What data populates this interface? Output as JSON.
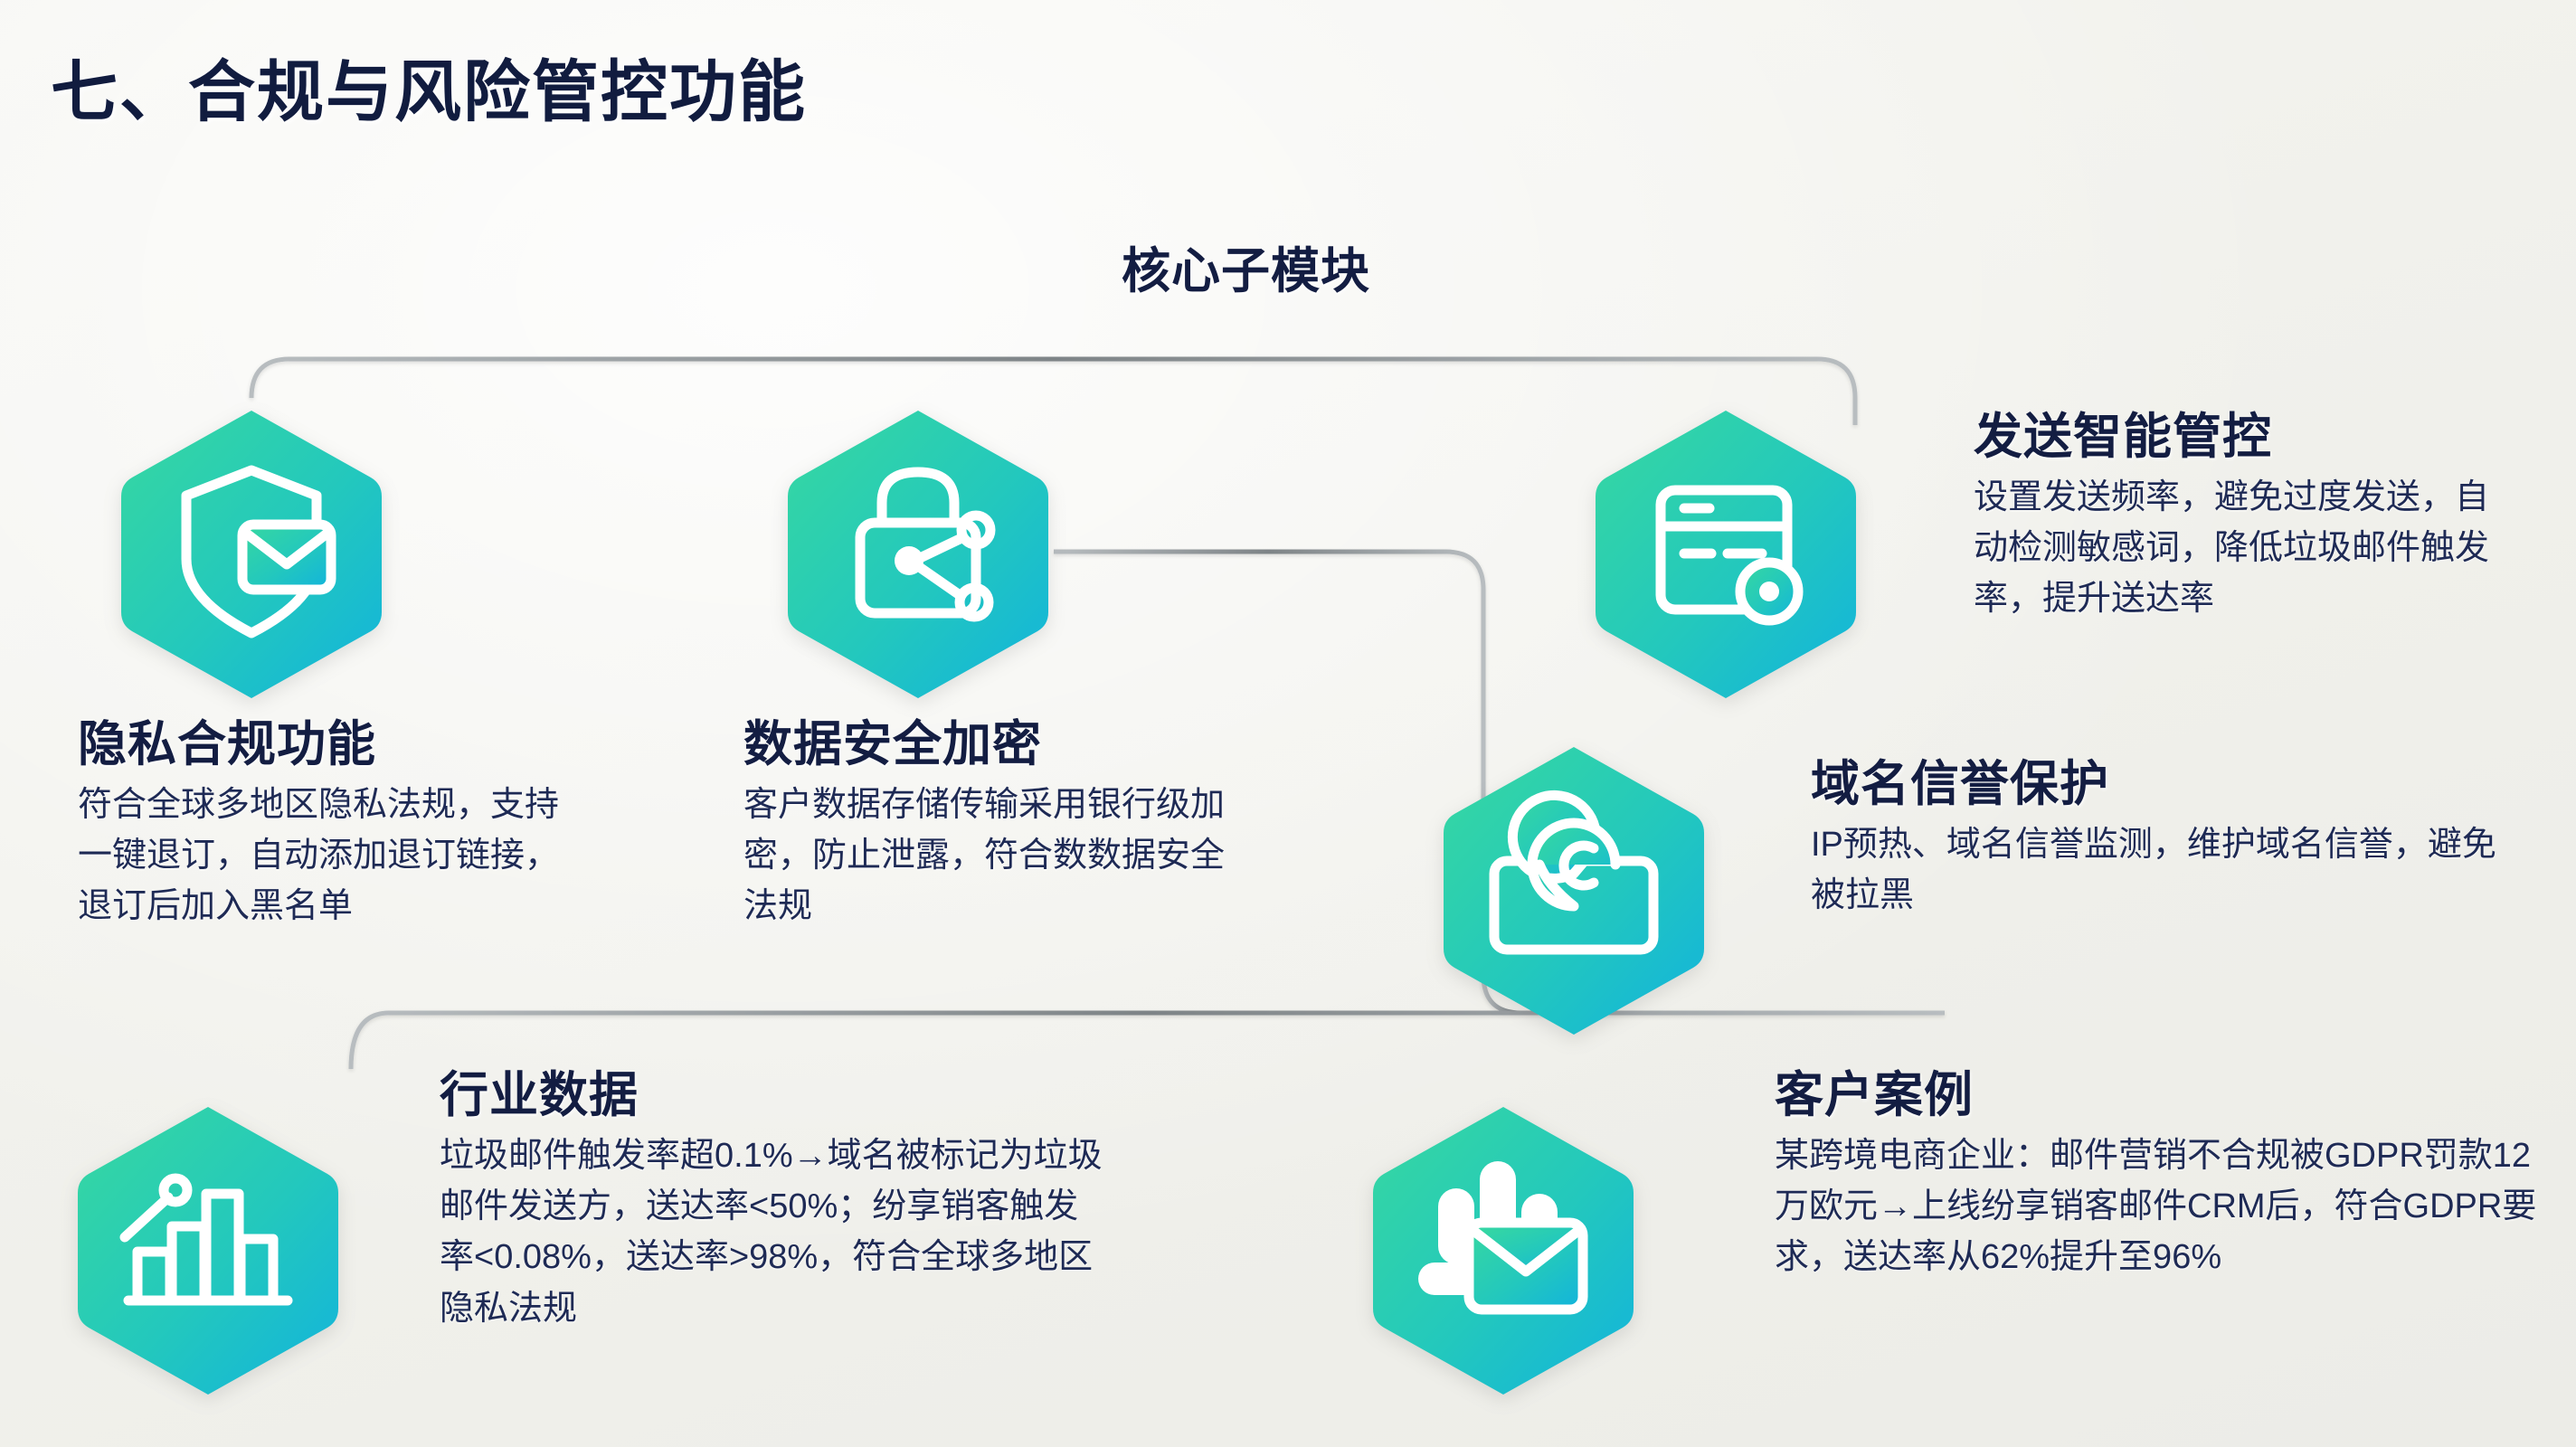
{
  "page": {
    "title": "七、合规与风险管控功能",
    "core_heading": "核心子模块",
    "background_color": "#f2f2ee",
    "title_color": "#111c3f",
    "accent_gradient_from": "#2fd8a8",
    "accent_gradient_to": "#17b5d8",
    "connector_color": "#9aa0a3"
  },
  "nodes": [
    {
      "id": "privacy",
      "icon": "shield-mail-icon",
      "title": "隐私合规功能",
      "desc": "符合全球多地区隐私法规，支持一键退订，自动添加退订链接，退订后加入黑名单"
    },
    {
      "id": "encrypt",
      "icon": "lock-network-icon",
      "title": "数据安全加密",
      "desc": "客户数据存储传输采用银行级加密，防止泄露，符合数数据安全法规"
    },
    {
      "id": "send",
      "icon": "send-control-panel-icon",
      "title": "发送智能管控",
      "desc": "设置发送频率，避免过度发送，自动检测敏感词，降低垃圾邮件触发率，提升送达率"
    },
    {
      "id": "domain",
      "icon": "location-pin-mail-icon",
      "title": "域名信誉保护",
      "desc": "IP预热、域名信誉监测，维护域名信誉，避免被拉黑"
    },
    {
      "id": "industry",
      "icon": "bar-chart-trend-icon",
      "title": "行业数据",
      "desc": "垃圾邮件触发率超0.1%→域名被标记为垃圾邮件发送方，送达率<50%；纷享销客触发率<0.08%，送达率>98%，符合全球多地区隐私法规"
    },
    {
      "id": "case",
      "icon": "people-mail-icon",
      "title": "客户案例",
      "desc": "某跨境电商企业：邮件营销不合规被GDPR罚款12万欧元→上线纷享销客邮件CRM后，符合GDPR要求，送达率从62%提升至96%"
    }
  ]
}
